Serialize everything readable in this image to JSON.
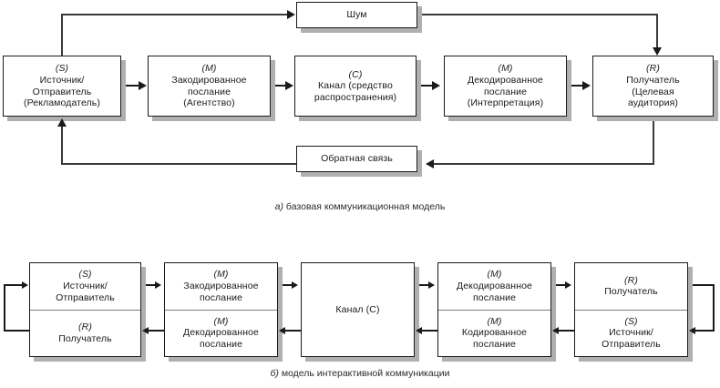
{
  "diagram": {
    "type": "flow-diagram",
    "language": "ru",
    "model_a": {
      "caption_letter": "а)",
      "caption_text": " базовая коммуникационная модель",
      "noise_box": {
        "label": "Шум"
      },
      "feedback_box": {
        "label": "Обратная связь"
      },
      "nodes": [
        {
          "tag": "(S)",
          "lines": [
            "Источник/",
            "Отправитель",
            "(Рекламодатель)"
          ]
        },
        {
          "tag": "(M)",
          "lines": [
            "Закодированное",
            "послание",
            "(Агентство)"
          ]
        },
        {
          "tag": "(C)",
          "lines": [
            "Канал (средство",
            "распространения)"
          ]
        },
        {
          "tag": "(M)",
          "lines": [
            "Декодированное",
            "послание",
            "(Интерпретация)"
          ]
        },
        {
          "tag": "(R)",
          "lines": [
            "Получатель",
            "(Целевая",
            "аудитория)"
          ]
        }
      ]
    },
    "model_b": {
      "caption_letter": "б)",
      "caption_text": " модель интерактивной коммуникации",
      "channel": {
        "label": "Канал (C)"
      },
      "nodes": [
        {
          "top": {
            "tag": "(S)",
            "lines": [
              "Источник/",
              "Отправитель"
            ]
          },
          "bottom": {
            "tag": "(R)",
            "lines": [
              "Получатель"
            ]
          }
        },
        {
          "top": {
            "tag": "(M)",
            "lines": [
              "Закодированное",
              "послание"
            ]
          },
          "bottom": {
            "tag": "(M)",
            "lines": [
              "Декодированное",
              "послание"
            ]
          }
        },
        {
          "top": {
            "tag": "(M)",
            "lines": [
              "Декодированное",
              "послание"
            ]
          },
          "bottom": {
            "tag": "(M)",
            "lines": [
              "Кодированное",
              "послание"
            ]
          }
        },
        {
          "top": {
            "tag": "(R)",
            "lines": [
              "Получатель"
            ]
          },
          "bottom": {
            "tag": "(S)",
            "lines": [
              "Источник/",
              "Отправитель"
            ]
          }
        }
      ]
    },
    "colors": {
      "line": "#1a1a1a",
      "box_border": "#1a1a1a",
      "box_fill": "#ffffff",
      "shadow": "#b0b0b0",
      "divider": "#7d7d7d",
      "text": "#1a1a1a",
      "background": "#ffffff"
    }
  }
}
